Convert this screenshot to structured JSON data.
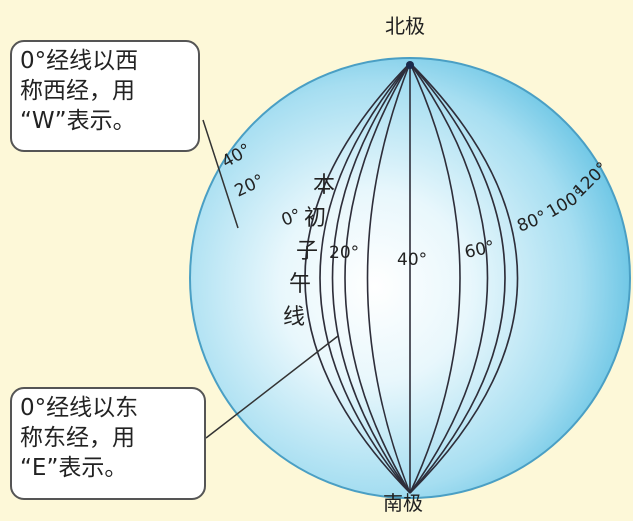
{
  "poles": {
    "north": "北极",
    "south": "南极"
  },
  "callouts": {
    "west": {
      "line1": "0°经线以西",
      "line2": "称西经，用",
      "line3": "“W”表示。"
    },
    "east": {
      "line1": "0°经线以东",
      "line2": "称东经，用",
      "line3": "“E”表示。"
    }
  },
  "prime_meridian": {
    "degree": "0°",
    "name_chars": [
      "本",
      "初",
      "子",
      "午",
      "线"
    ]
  },
  "west_labels": [
    "40°",
    "20°"
  ],
  "east_labels": [
    "20°",
    "40°",
    "60°",
    "80°",
    "100°",
    "120°"
  ],
  "colors": {
    "background": "#fdf8d8",
    "globe_center": "#ffffff",
    "globe_edge": "#5fc0e2",
    "meridian": "#2e2e3a"
  }
}
